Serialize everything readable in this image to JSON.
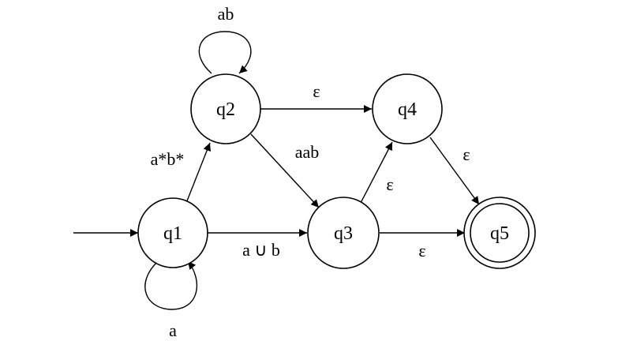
{
  "automaton": {
    "states": [
      {
        "id": "q1",
        "label": "q1",
        "start": true,
        "accept": false
      },
      {
        "id": "q2",
        "label": "q2",
        "start": false,
        "accept": false
      },
      {
        "id": "q3",
        "label": "q3",
        "start": false,
        "accept": false
      },
      {
        "id": "q4",
        "label": "q4",
        "start": false,
        "accept": false
      },
      {
        "id": "q5",
        "label": "q5",
        "start": false,
        "accept": true
      }
    ],
    "transitions": [
      {
        "from": "q1",
        "to": "q1",
        "label": "a"
      },
      {
        "from": "q1",
        "to": "q2",
        "label": "a*b*"
      },
      {
        "from": "q1",
        "to": "q3",
        "label": "a ∪ b"
      },
      {
        "from": "q2",
        "to": "q2",
        "label": "ab"
      },
      {
        "from": "q2",
        "to": "q4",
        "label": "ε"
      },
      {
        "from": "q2",
        "to": "q3",
        "label": "aab"
      },
      {
        "from": "q3",
        "to": "q4",
        "label": "ε"
      },
      {
        "from": "q3",
        "to": "q5",
        "label": "ε"
      },
      {
        "from": "q4",
        "to": "q5",
        "label": "ε"
      }
    ]
  }
}
